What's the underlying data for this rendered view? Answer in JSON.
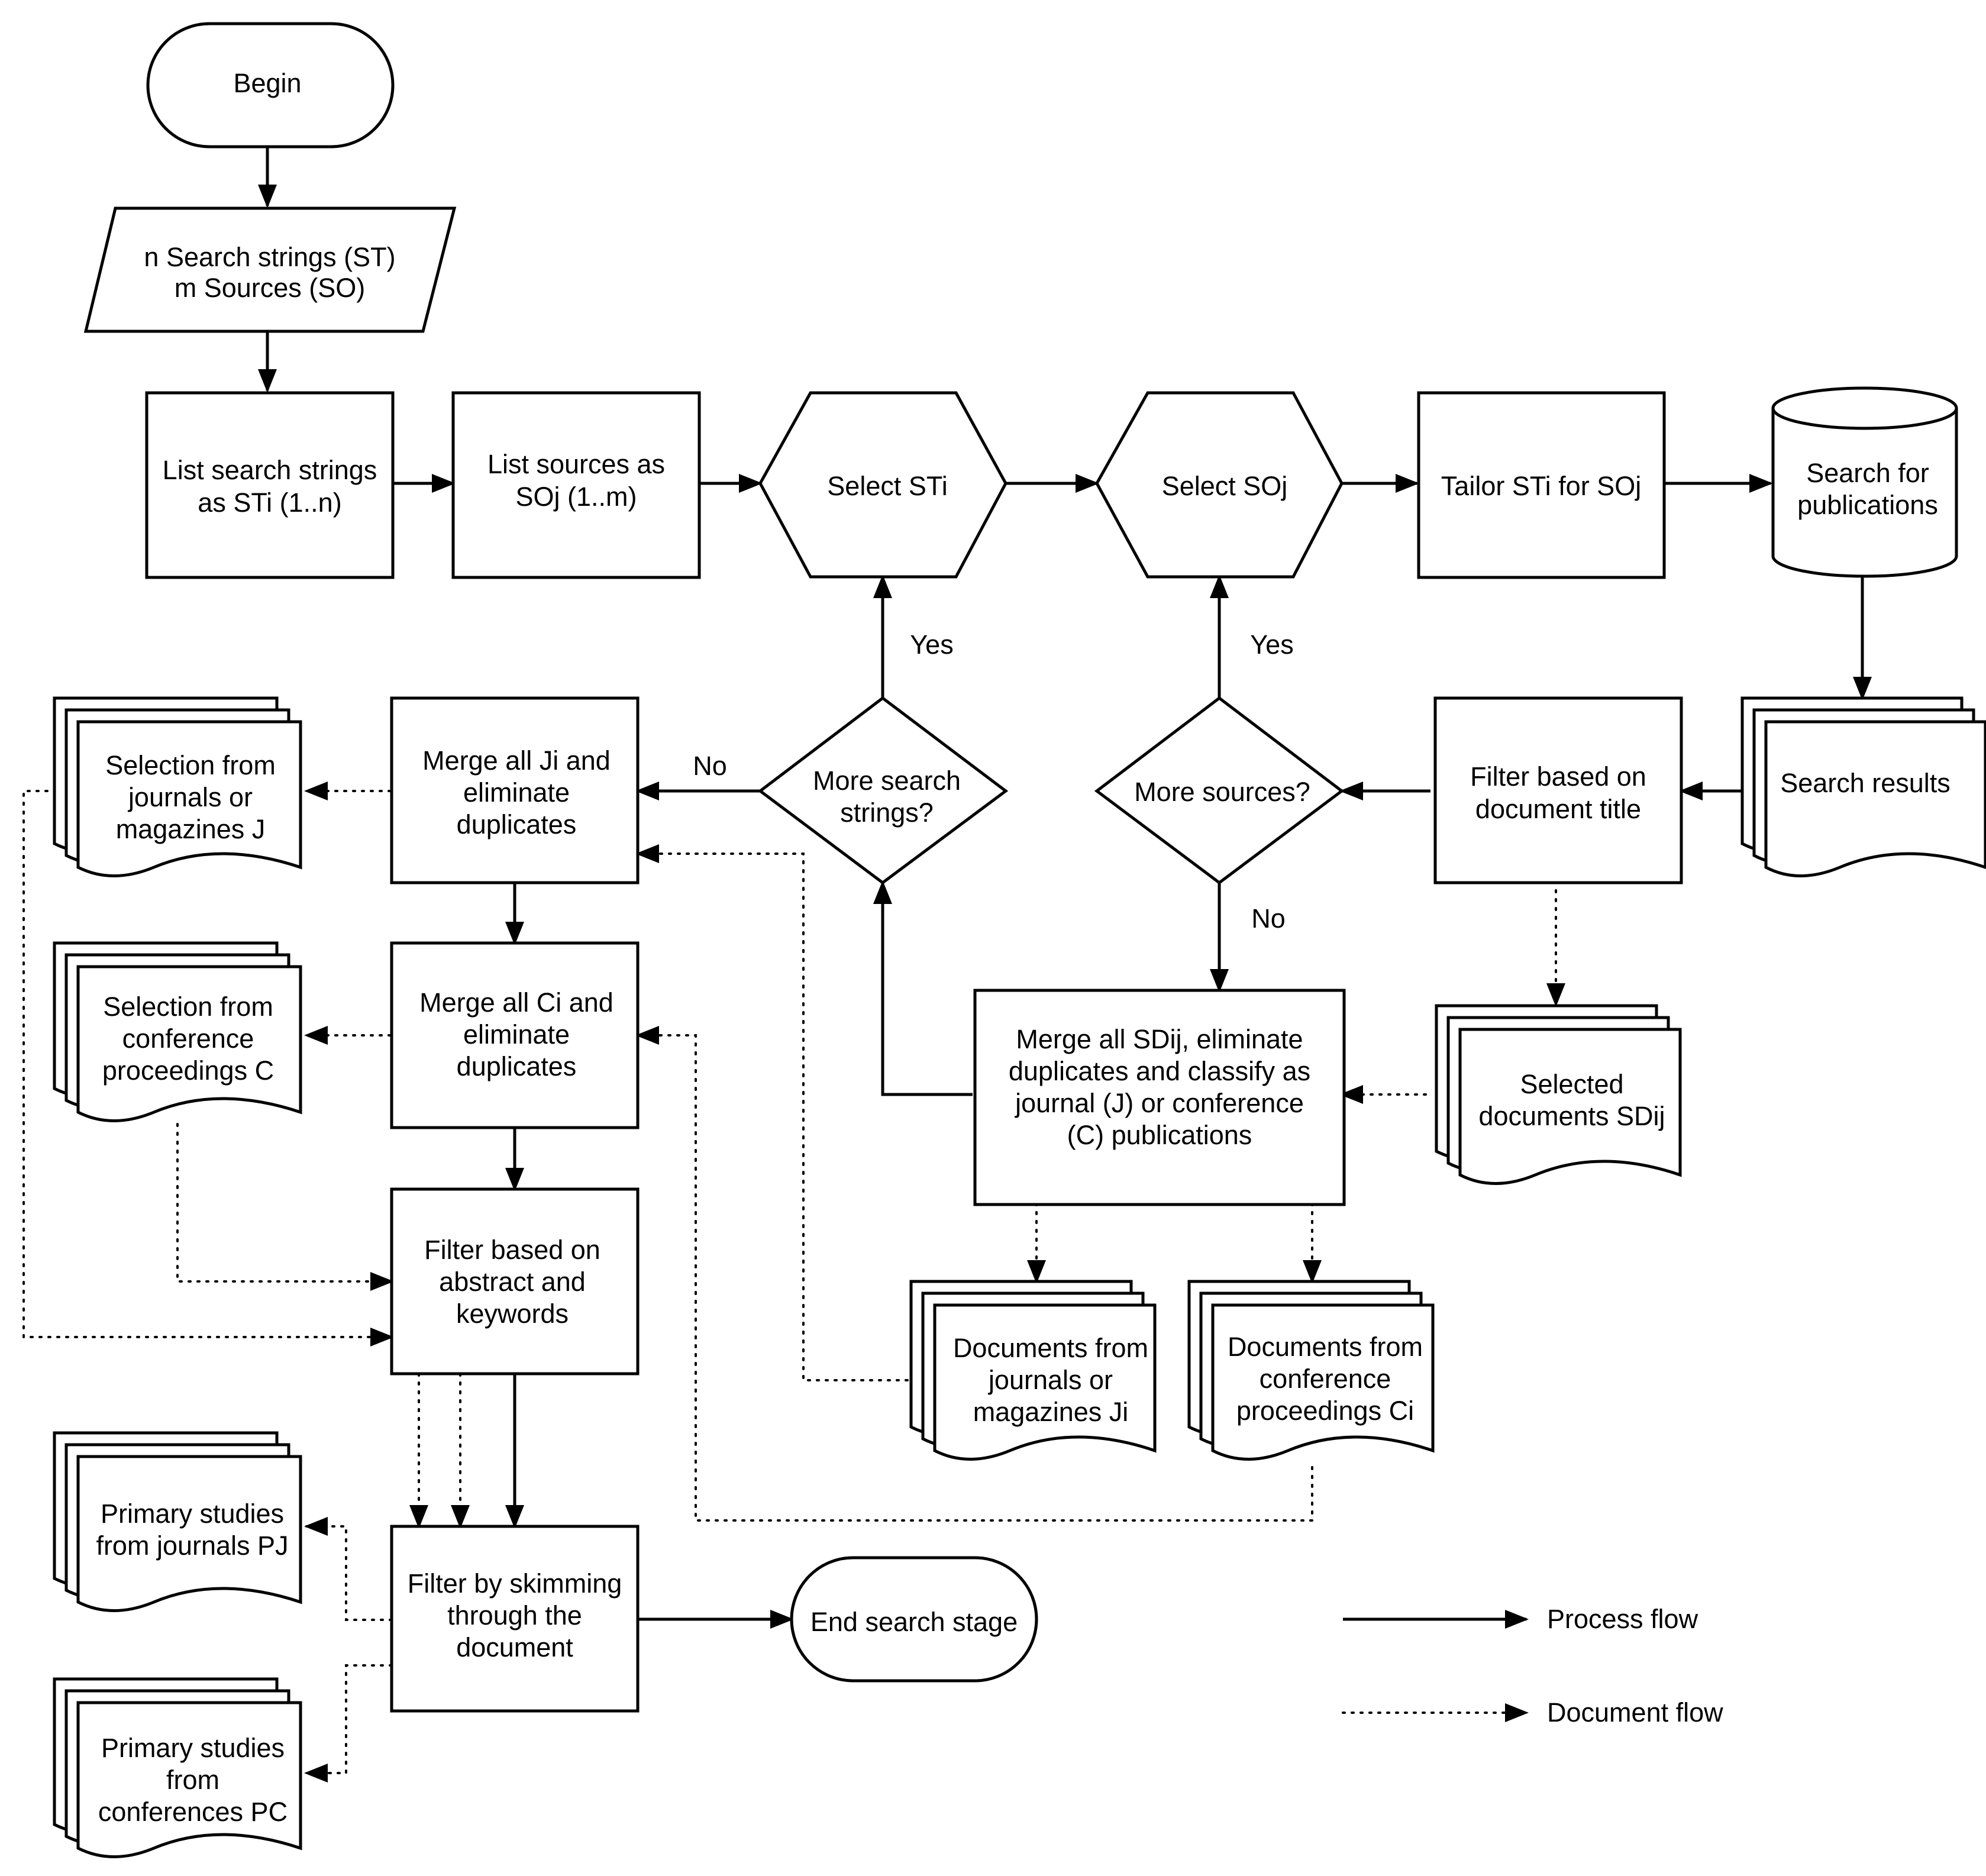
{
  "nodes": {
    "begin": "Begin",
    "inputs": [
      "n Search strings (ST)",
      "m Sources (SO)"
    ],
    "list_search_strings": [
      "List search strings",
      "as STi (1..n)"
    ],
    "list_sources": [
      "List sources as",
      "SOj (1..m)"
    ],
    "select_sti": "Select STi",
    "select_soj": "Select SOj",
    "tailor": "Tailor STi for SOj",
    "search_publications": [
      "Search for",
      "publications"
    ],
    "search_results": "Search results",
    "filter_title": [
      "Filter based on",
      "document title"
    ],
    "more_sources": "More sources?",
    "more_search_strings": [
      "More search",
      "strings?"
    ],
    "merge_ji": [
      "Merge all Ji and",
      "eliminate",
      "duplicates"
    ],
    "merge_ci": [
      "Merge all Ci and",
      "eliminate",
      "duplicates"
    ],
    "filter_abstract": [
      "Filter based on",
      "abstract and",
      "keywords"
    ],
    "filter_skimming": [
      "Filter by skimming",
      "through the",
      "document"
    ],
    "end": "End search stage",
    "merge_sdij": [
      "Merge all SDij, eliminate",
      "duplicates and classify as",
      "journal (J) or conference",
      "(C) publications"
    ],
    "selected_documents": [
      "Selected",
      "documents SDij"
    ],
    "documents_journals": [
      "Documents from",
      "journals or",
      "magazines Ji"
    ],
    "documents_conferences": [
      "Documents from",
      "conference",
      "proceedings Ci"
    ],
    "selection_journals": [
      "Selection from",
      "journals or",
      "magazines J"
    ],
    "selection_conferences": [
      "Selection from",
      "conference",
      "proceedings C"
    ],
    "primary_journals": [
      "Primary studies",
      "from journals PJ"
    ],
    "primary_conferences": [
      "Primary studies",
      "from",
      "conferences PC"
    ]
  },
  "edge_labels": {
    "yes_strings": "Yes",
    "yes_sources": "Yes",
    "no_strings": "No",
    "no_sources": "No"
  },
  "legend": {
    "process_flow": "Process flow",
    "document_flow": "Document flow"
  }
}
